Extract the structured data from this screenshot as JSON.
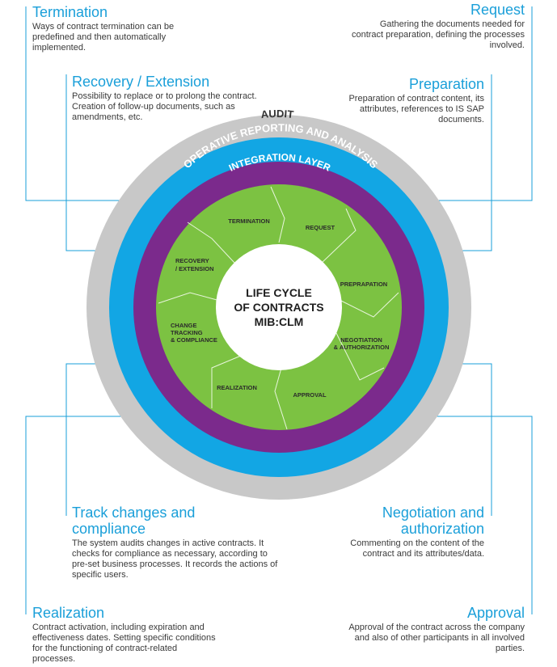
{
  "colors": {
    "accent": "#1a9fd9",
    "audit_ring": "#c8c8c8",
    "reporting_ring": "#12a6e4",
    "integration_ring": "#7b2a8c",
    "phases": "#7cc242",
    "center": "#ffffff"
  },
  "center": {
    "line1": "LIFE CYCLE",
    "line2": "OF CONTRACTS",
    "line3": "MIB:CLM"
  },
  "rings": {
    "audit": "AUDIT",
    "reporting": "OPERATIVE REPORTING AND ANALYSIS",
    "integration": "INTEGRATION LAYER"
  },
  "phases": {
    "termination": "TERMINATION",
    "request": "REQUEST",
    "prepraration": "PREPRAPATION",
    "negotiation_1": "NEGOTIATION",
    "negotiation_2": "& AUTHORIZATION",
    "approval": "APPROVAL",
    "realization": "REALIZATION",
    "change_1": "CHANGE",
    "change_2": "TRACKING",
    "change_3": "& COMPLIANCE",
    "recovery_1": "RECOVERY",
    "recovery_2": "/ EXTENSION"
  },
  "blocks": {
    "termination": {
      "title": "Termination",
      "text": "Ways of contract termination can be predefined and then automatically implemented."
    },
    "request": {
      "title": "Request",
      "text": "Gathering the documents needed for contract preparation, defining the processes involved."
    },
    "recovery": {
      "title": "Recovery / Extension",
      "text": "Possibility to replace or to prolong the contract. Creation of follow-up documents, such as amendments, etc."
    },
    "preparation": {
      "title": "Preparation",
      "text": "Preparation of contract content, its attributes, references to IS SAP documents."
    },
    "track": {
      "title": "Track changes and compliance",
      "text": "The system audits changes in active contracts. It checks for compliance as necessary, according to pre-set business processes. It records the actions of specific users."
    },
    "negotiation": {
      "title": "Negotiation and authorization",
      "text": "Commenting on the content of the contract and its attributes/data."
    },
    "realization": {
      "title": "Realization",
      "text": "Contract activation, including expiration and effectiveness dates. Setting specific conditions for the functioning of contract-related processes."
    },
    "approval": {
      "title": "Approval",
      "text": "Approval of the contract across the company and also of other participants in all involved parties."
    }
  }
}
